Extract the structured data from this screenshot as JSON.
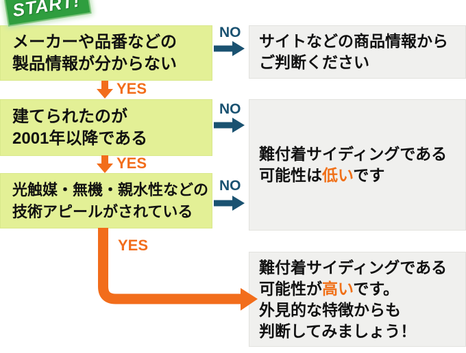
{
  "start_label": "START!",
  "labels": {
    "yes": "YES",
    "no": "NO"
  },
  "questions": [
    {
      "lines": [
        "メーカーや品番などの",
        "製品情報が分からない"
      ]
    },
    {
      "lines": [
        "建てられたのが",
        "2001年以降である"
      ]
    },
    {
      "lines": [
        "光触媒・無機・親水性などの",
        "技術アピールがされている"
      ]
    }
  ],
  "results": {
    "unknown": {
      "lines": [
        "サイトなどの商品情報から",
        "ご判断ください"
      ]
    },
    "low": {
      "line1": "難付着サイディングである",
      "line2_pre": "可能性は",
      "line2_em": "低い",
      "line2_post": "です"
    },
    "high": {
      "line1": "難付着サイディングである",
      "line2_pre": "可能性が",
      "line2_em": "高い",
      "line2_post": "です。",
      "line3": "外見的な特徴からも",
      "line4": "判断してみましょう！"
    }
  },
  "colors": {
    "question_bg": "#e3f096",
    "result_bg": "#f0f0ee",
    "start_green": "#2f9e3f",
    "no_teal": "#1a5271",
    "yes_orange": "#f26d1b",
    "emphasis_orange": "#f07018"
  }
}
